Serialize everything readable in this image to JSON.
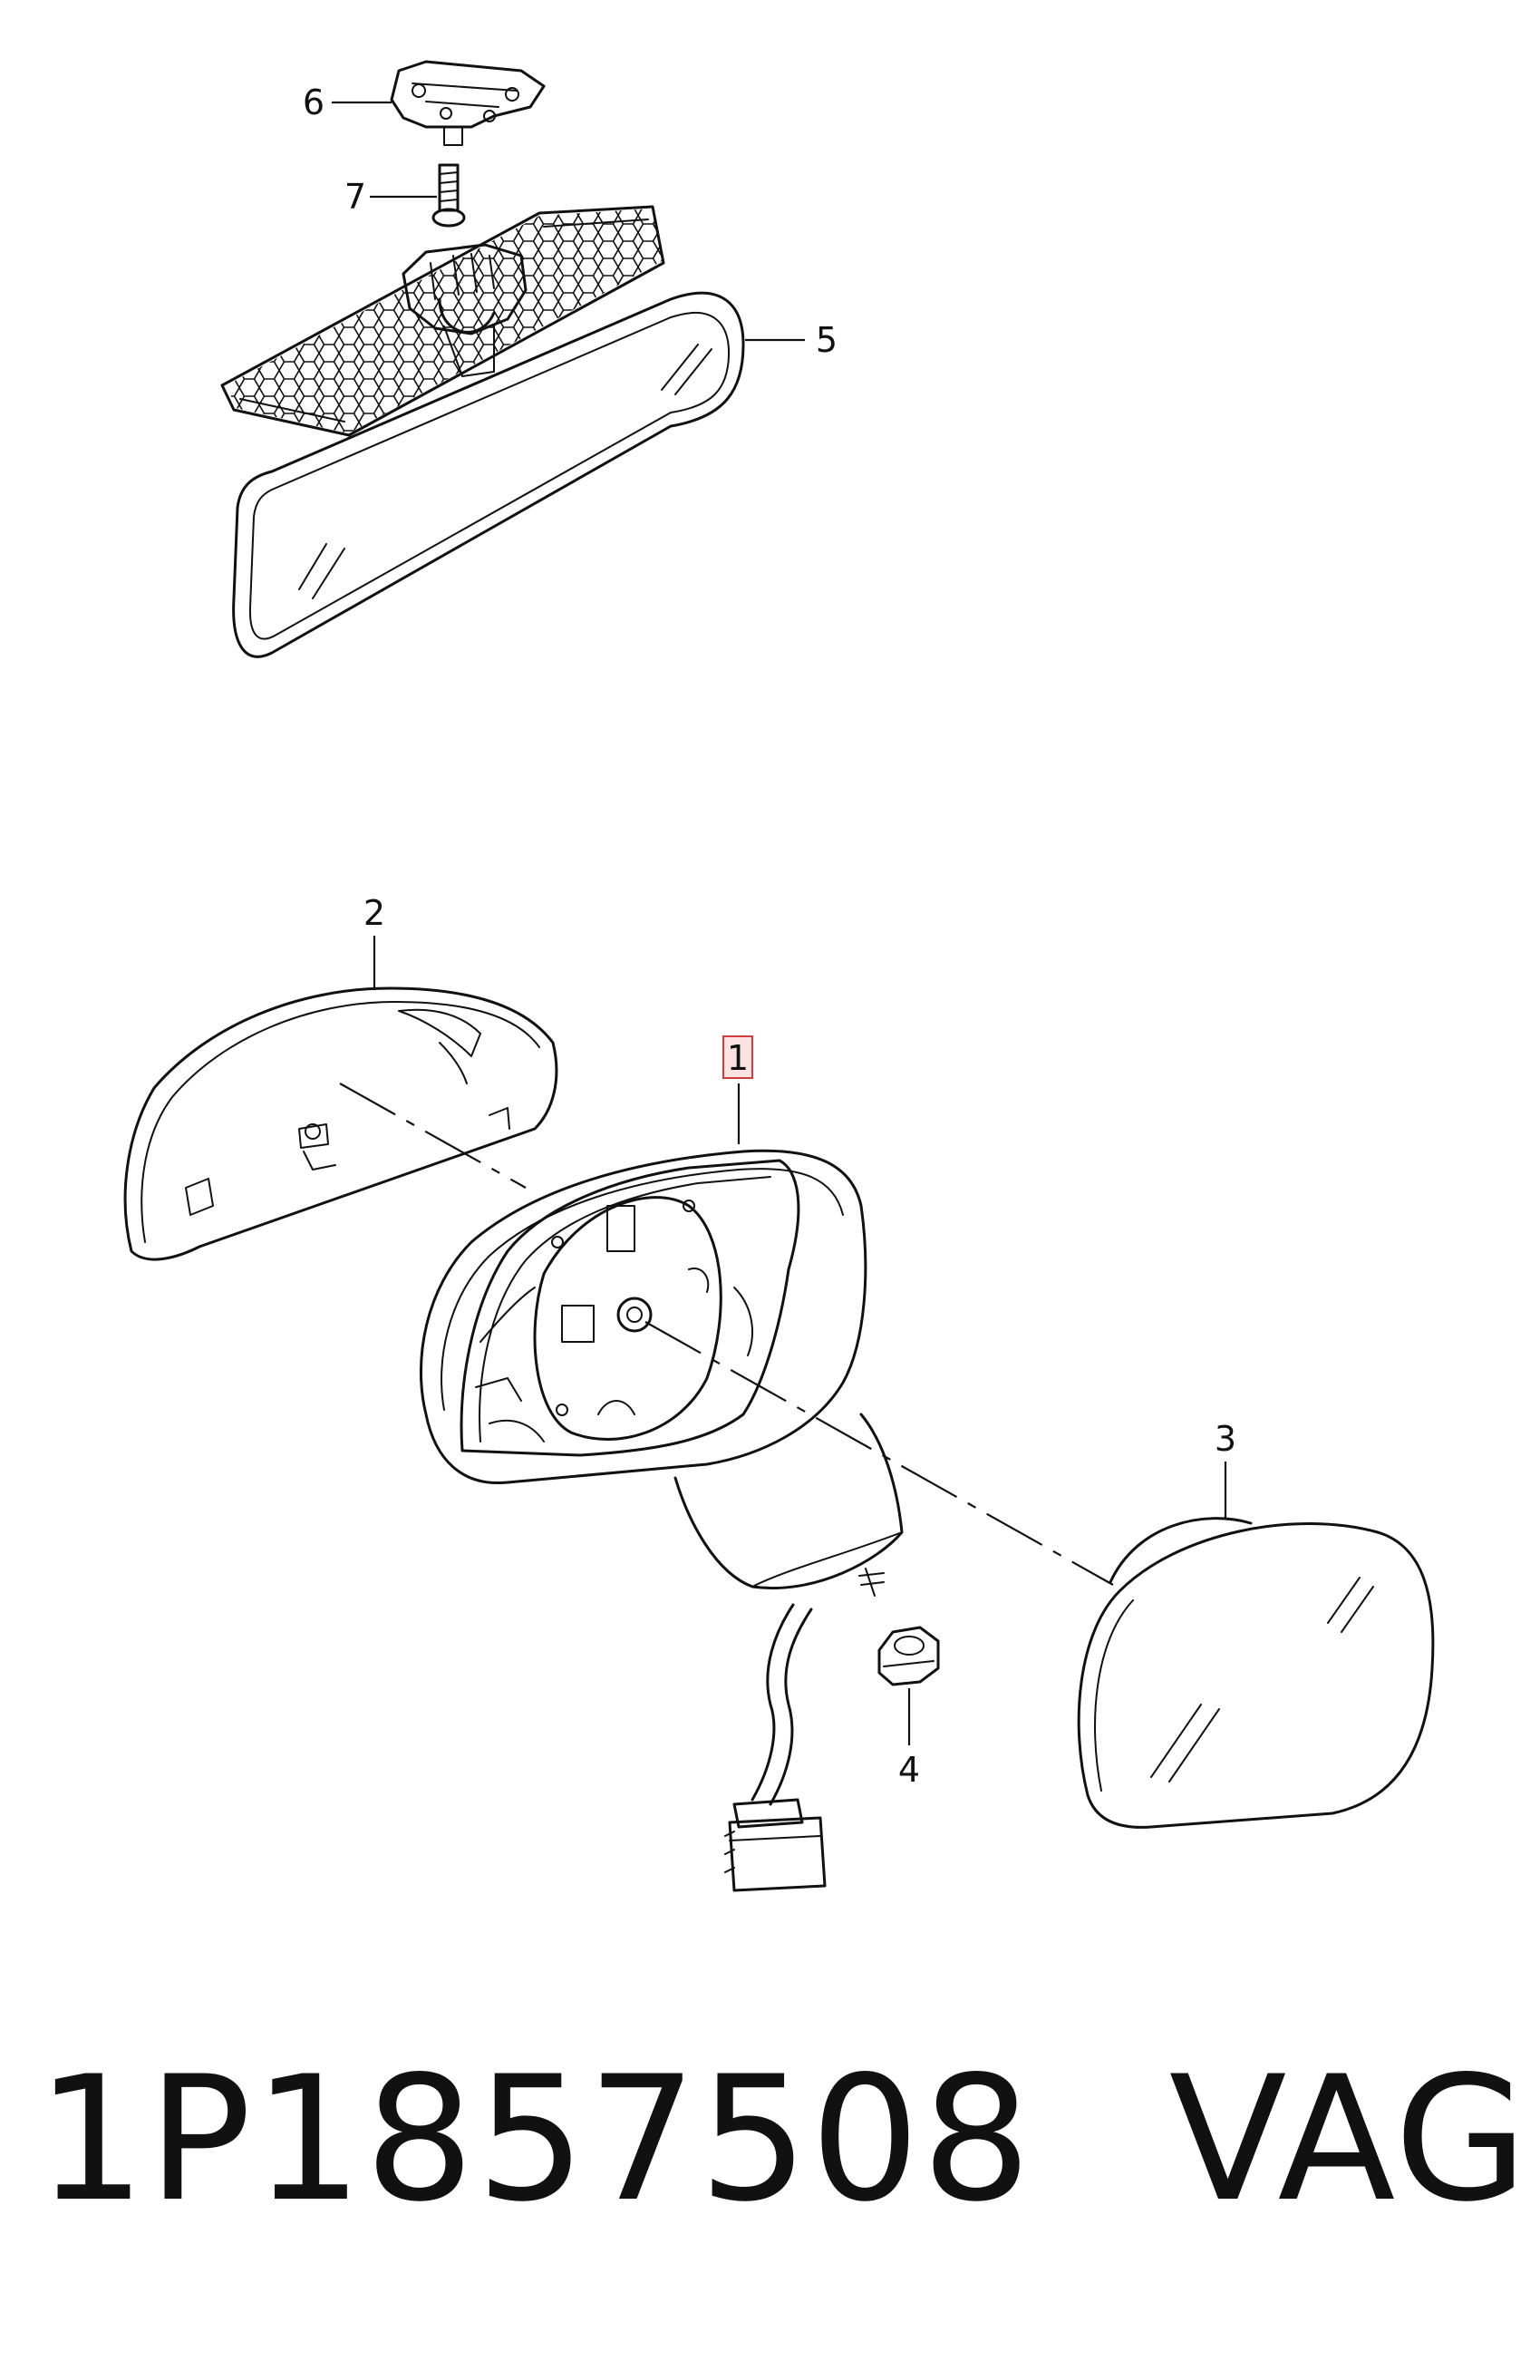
{
  "callouts": {
    "c1": "1",
    "c2": "2",
    "c3": "3",
    "c4": "4",
    "c5": "5",
    "c6": "6",
    "c7": "7"
  },
  "highlight_color": "#d43c3c",
  "footer": {
    "part_number": "1P1857508",
    "brand": "VAG"
  }
}
